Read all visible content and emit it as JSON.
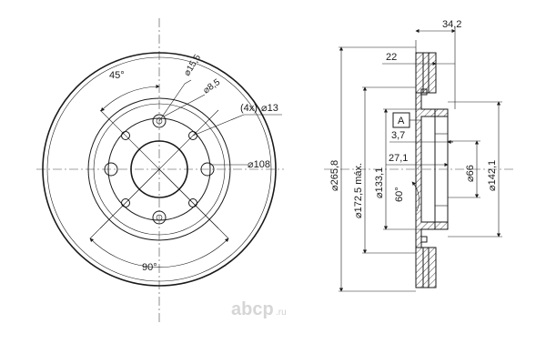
{
  "front_view": {
    "angle_top": "45°",
    "angle_bottom": "90°",
    "dia_bolt_hole": "15,5",
    "dia_pin_hole": "8,5",
    "bolt_holes": "(4x)",
    "dia_bolt_circle_holes": "13",
    "dia_pcd": "108"
  },
  "side_view": {
    "total_width": "34,2",
    "disc_thickness": "22",
    "datum": "A",
    "offset_small": "3,7",
    "hub_height": "27,1",
    "angle": "60°",
    "dia_outer": "265,8",
    "dia_inner_max": "172,5 máx.",
    "dia_hub_outer": "133,1",
    "dia_center_bore": "66",
    "dia_hub_seat": "142,1"
  },
  "watermark": {
    "brand": "abcp",
    "tld": ".ru"
  },
  "symbols": {
    "diameter": "⌀"
  }
}
